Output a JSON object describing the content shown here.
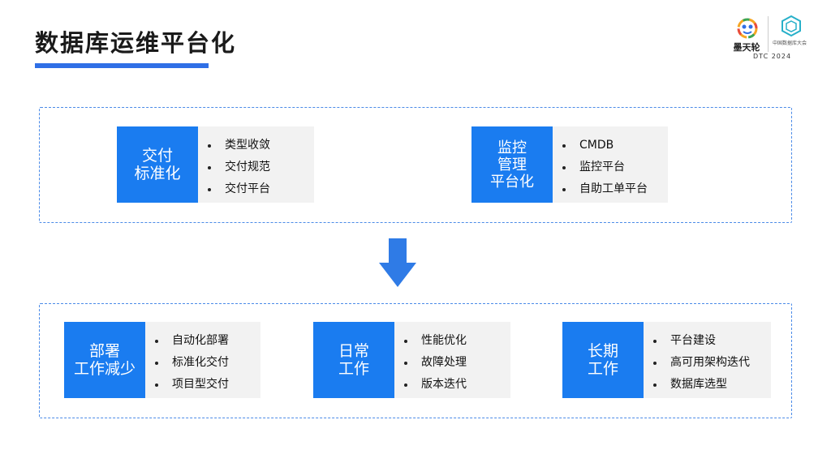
{
  "header": {
    "title": "数据库运维平台化",
    "logo_left_text": "墨天轮",
    "logo_right_text": "中国数据库大会",
    "event": "DTC 2024"
  },
  "colors": {
    "accent": "#1a7cf0",
    "title_bar": "#2f6fe6",
    "card_body": "#f2f2f2",
    "dashed_border": "#4b8be8"
  },
  "top_group": {
    "cards": [
      {
        "title": [
          "交付",
          "标准化"
        ],
        "items": [
          "类型收敛",
          "交付规范",
          "交付平台"
        ]
      },
      {
        "title": [
          "监控",
          "管理",
          "平台化"
        ],
        "items": [
          "CMDB",
          "监控平台",
          "自助工单平台"
        ]
      }
    ]
  },
  "bottom_group": {
    "cards": [
      {
        "title": [
          "部署",
          "工作减少"
        ],
        "items": [
          "自动化部署",
          "标准化交付",
          "项目型交付"
        ]
      },
      {
        "title": [
          "日常",
          "工作"
        ],
        "items": [
          "性能优化",
          "故障处理",
          "版本迭代"
        ]
      },
      {
        "title": [
          "长期",
          "工作"
        ],
        "items": [
          "平台建设",
          "高可用架构迭代",
          "数据库选型"
        ]
      }
    ]
  }
}
